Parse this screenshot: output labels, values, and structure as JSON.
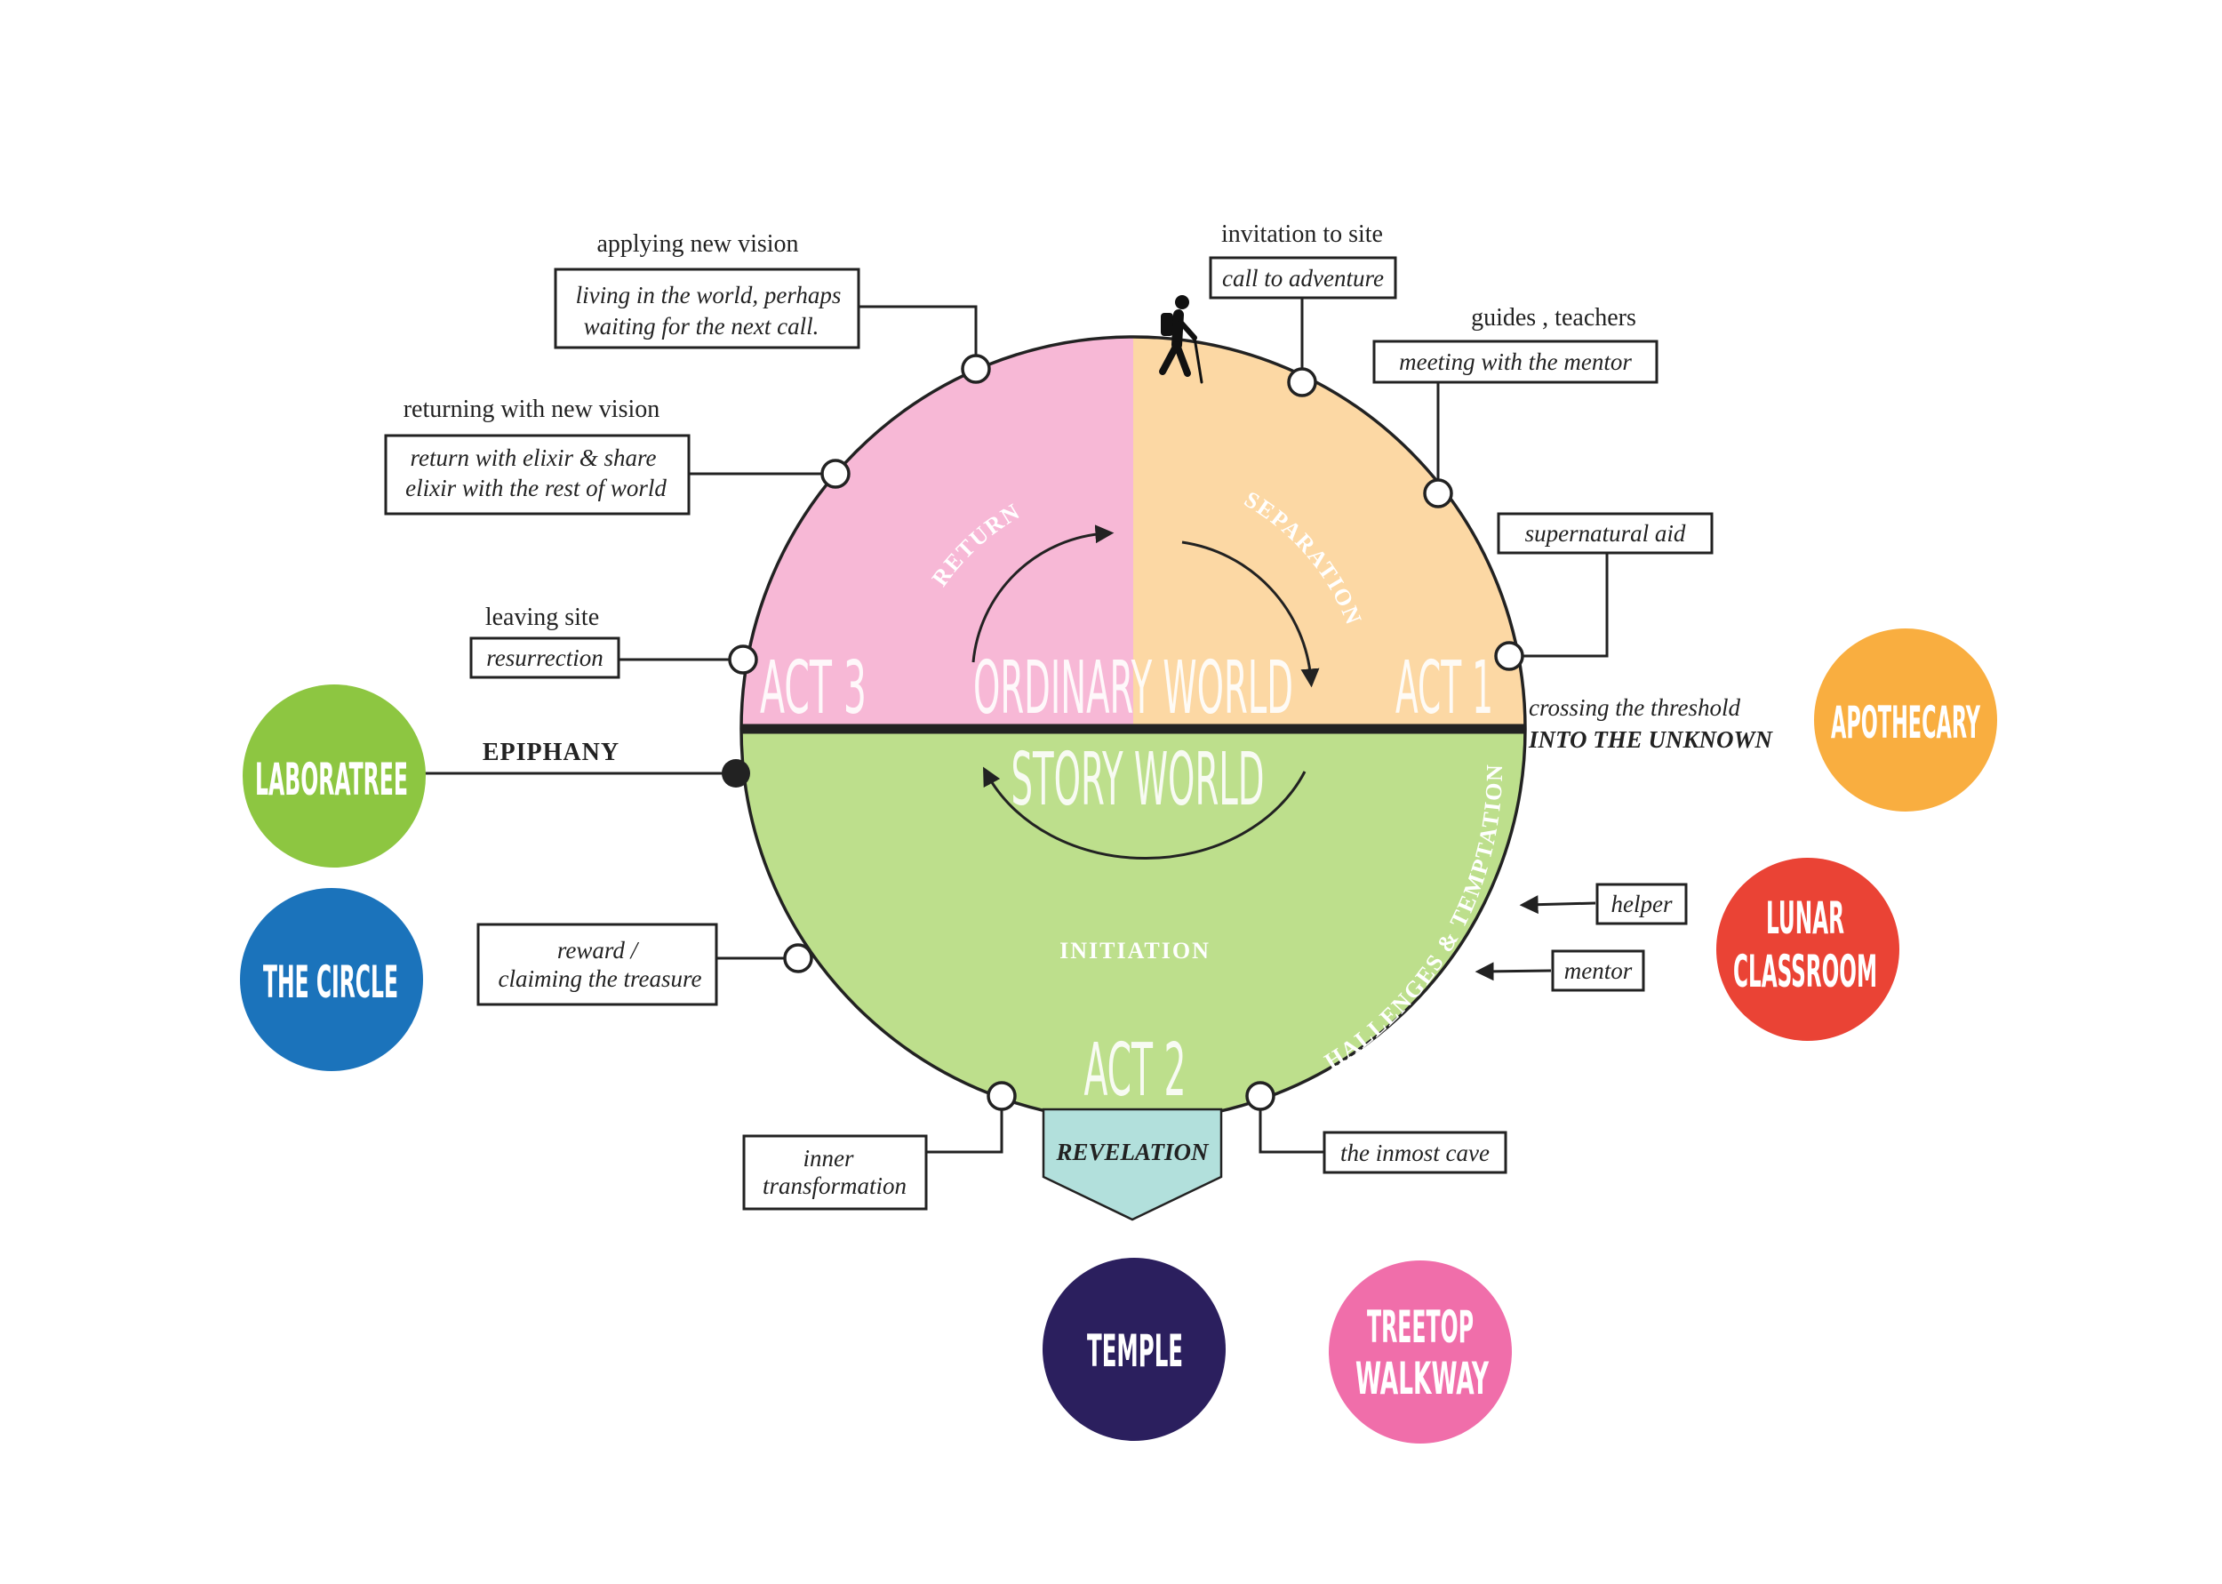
{
  "diagram": {
    "worlds": {
      "top": "ORDINARY WORLD",
      "bottom": "STORY WORLD"
    },
    "acts": {
      "act1": "ACT 1",
      "act2": "ACT 2",
      "act3": "ACT 3"
    },
    "phases": {
      "return": "RETURN",
      "separation": "SEPARATION",
      "initiation": "INITIATION",
      "challenges": "CHALLENGES & TEMPTATIONS"
    },
    "colors": {
      "return_quadrant": "#f7b8d6",
      "separation_quadrant": "#fcd8a4",
      "story_world": "#bddf8c",
      "revelation": "#b2e0dc"
    },
    "icons": [
      "hiker-icon"
    ],
    "stages": {
      "call": {
        "caption": "invitation to site",
        "box": "call to adventure"
      },
      "mentor": {
        "caption": "guides , teachers",
        "box": "meeting with the mentor"
      },
      "aid": {
        "box": "supernatural aid"
      },
      "threshold": {
        "line1": "crossing the threshold",
        "line2": "INTO THE UNKNOWN"
      },
      "helper": {
        "box": "helper"
      },
      "mentor2": {
        "box": "mentor"
      },
      "cave": {
        "box": "the inmost cave"
      },
      "revelation": {
        "box": "REVELATION"
      },
      "transformation": {
        "line1": "inner",
        "line2": "transformation"
      },
      "reward": {
        "line1": "reward /",
        "line2": "claiming the treasure"
      },
      "epiphany": {
        "caption": "EPIPHANY"
      },
      "resurrection": {
        "caption": "leaving site",
        "box": "resurrection"
      },
      "elixir": {
        "caption": "returning with new vision",
        "line1": "return with elixir & share",
        "line2": "elixir with the rest of world"
      },
      "living": {
        "caption": "applying new vision",
        "line1": "living in the world, perhaps",
        "line2": "waiting  for the next call."
      }
    },
    "locations": [
      {
        "id": "laboratree",
        "lines": [
          "LABORATREE"
        ],
        "color": "#8dc641"
      },
      {
        "id": "the-circle",
        "lines": [
          "THE CIRCLE"
        ],
        "color": "#1b73bb"
      },
      {
        "id": "apothecary",
        "lines": [
          "APOTHECARY"
        ],
        "color": "#f9ae40"
      },
      {
        "id": "lunar-classroom",
        "lines": [
          "LUNAR",
          "CLASSROOM"
        ],
        "color": "#ea4335"
      },
      {
        "id": "temple",
        "lines": [
          "TEMPLE"
        ],
        "color": "#2b1f5e"
      },
      {
        "id": "treetop-walkway",
        "lines": [
          "TREETOP",
          "WALKWAY"
        ],
        "color": "#f06eaa"
      }
    ]
  }
}
